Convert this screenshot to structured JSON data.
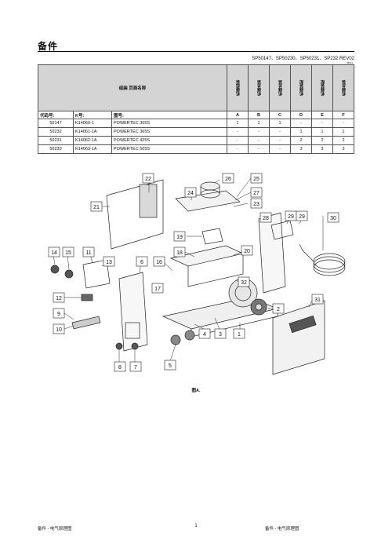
{
  "header": {
    "title": "备件",
    "doc_ref": "SP50147、SP50230、SP50231、SP232 REV02",
    "tiny_mark": "IM611"
  },
  "table": {
    "group_header": "组装 页面名称",
    "columns": [
      {
        "letter": "A",
        "label": "机器组装"
      },
      {
        "letter": "B",
        "label": "机器总装"
      },
      {
        "letter": "C",
        "label": "机器总装"
      },
      {
        "letter": "D",
        "label": "机器装配"
      },
      {
        "letter": "E",
        "label": "机器装配"
      },
      {
        "letter": "F",
        "label": "机器总装"
      }
    ],
    "subheaders": {
      "code": "代码号:",
      "k": "K号:",
      "fig": "图号:"
    },
    "rows": [
      {
        "code": "50147",
        "k": "K14060-1",
        "model": "POWERTEC 305S",
        "v": [
          "1",
          "1",
          "1",
          "-",
          "-",
          "-"
        ]
      },
      {
        "code": "50232",
        "k": "K14061-1A",
        "model": "POWERTEC 365S",
        "v": [
          "-",
          "-",
          "-",
          "1",
          "1",
          "1"
        ]
      },
      {
        "code": "50231",
        "k": "K14062-1A",
        "model": "POWERTEC 425S",
        "v": [
          "-",
          "-",
          "-",
          "2",
          "2",
          "2"
        ]
      },
      {
        "code": "50230",
        "k": "K14063-1A",
        "model": "POWERTEC 505S",
        "v": [
          "-",
          "-",
          "-",
          "3",
          "3",
          "3"
        ]
      }
    ]
  },
  "diagram": {
    "callouts": [
      "1",
      "2",
      "3",
      "4",
      "5",
      "6",
      "7",
      "8",
      "9",
      "10",
      "11",
      "12",
      "13",
      "14",
      "15",
      "16",
      "17",
      "18",
      "19",
      "20",
      "21",
      "22",
      "23",
      "24",
      "25",
      "26",
      "27",
      "28",
      "29",
      "29",
      "30",
      "31",
      "32"
    ],
    "caption": "图A."
  },
  "footer": {
    "left": "备件 - 电气原理图",
    "page": "1",
    "right": "备件 - 电气原理图"
  }
}
